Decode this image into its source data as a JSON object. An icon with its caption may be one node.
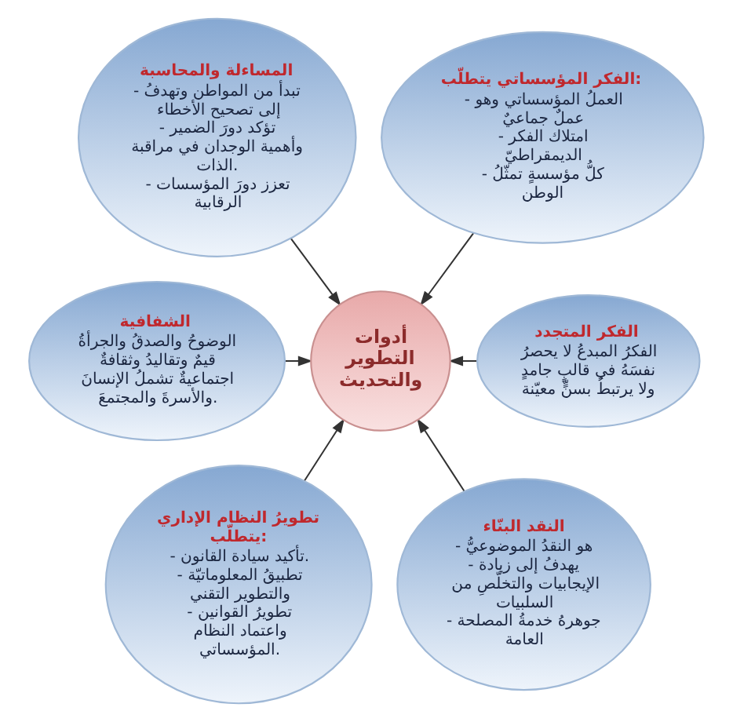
{
  "diagram": {
    "nodes": [
      {
        "text": [
          "المساءلة والمحاسبة",
          "- تبدأ من المواطن وتهدفُ إلى تصحيح الأخطاء",
          "- تؤكد دورَ الضمير وأهمية الوجدان في مراقبة الذات.",
          "- تعزز دورَ المؤسسات الرقابية"
        ]
      },
      {
        "text": [
          "الفكر المؤسساتي يتطلّب:",
          "- العملُ المؤسساتي وهو عملٌ جماعيٌ",
          "- امتلاك الفكر الديمقراطيّ",
          "- كلُّ مؤسسةٍ تمثّلُ الوطن"
        ]
      },
      {
        "text": [
          "الشفافية",
          "الوضوحُ والصدقُ والجرأةُ قيمٌ وتقاليدُ وثقافةٌ اجتماعيةٌ تشملُ الإنسانَ والأسرةَ والمجتمعَ."
        ]
      },
      {
        "text": [
          "أدوات التطوير والتحديث"
        ]
      },
      {
        "text": [
          "الفكر المتجدد",
          "الفكرُ المبدعُ لا يحصرُ نفسَهُ في قالبٍ جامدٍ ولا يرتبطُ بسنٍّ معيّنة"
        ]
      },
      {
        "text": [
          "تطويرُ النظام الإداري يتطلّب:",
          "- تأكيد سيادة القانون.",
          "- تطبيقُ المعلوماتيّة والتطوير التقني",
          "- تطويرُ القوانين واعتماد النظام المؤسساتي."
        ]
      },
      {
        "text": [
          "النقد البنّاء",
          "- هو النقدُ الموضوعيُّ",
          "- يهدفُ إلى زيادة الإيجابيات والتخلّصِ من السلبيات",
          "- جوهرهُ خدمةُ المصلحة العامة"
        ]
      }
    ],
    "edges": [
      {
        "from": 0,
        "to": 3,
        "arrow": "to"
      },
      {
        "from": 1,
        "to": 3,
        "arrow": "to"
      },
      {
        "from": 2,
        "to": 3,
        "arrow": "to"
      },
      {
        "from": 4,
        "to": 3,
        "arrow": "to"
      },
      {
        "from": 5,
        "to": 3,
        "arrow": "to"
      },
      {
        "from": 6,
        "to": 3,
        "arrow": "to"
      }
    ]
  }
}
